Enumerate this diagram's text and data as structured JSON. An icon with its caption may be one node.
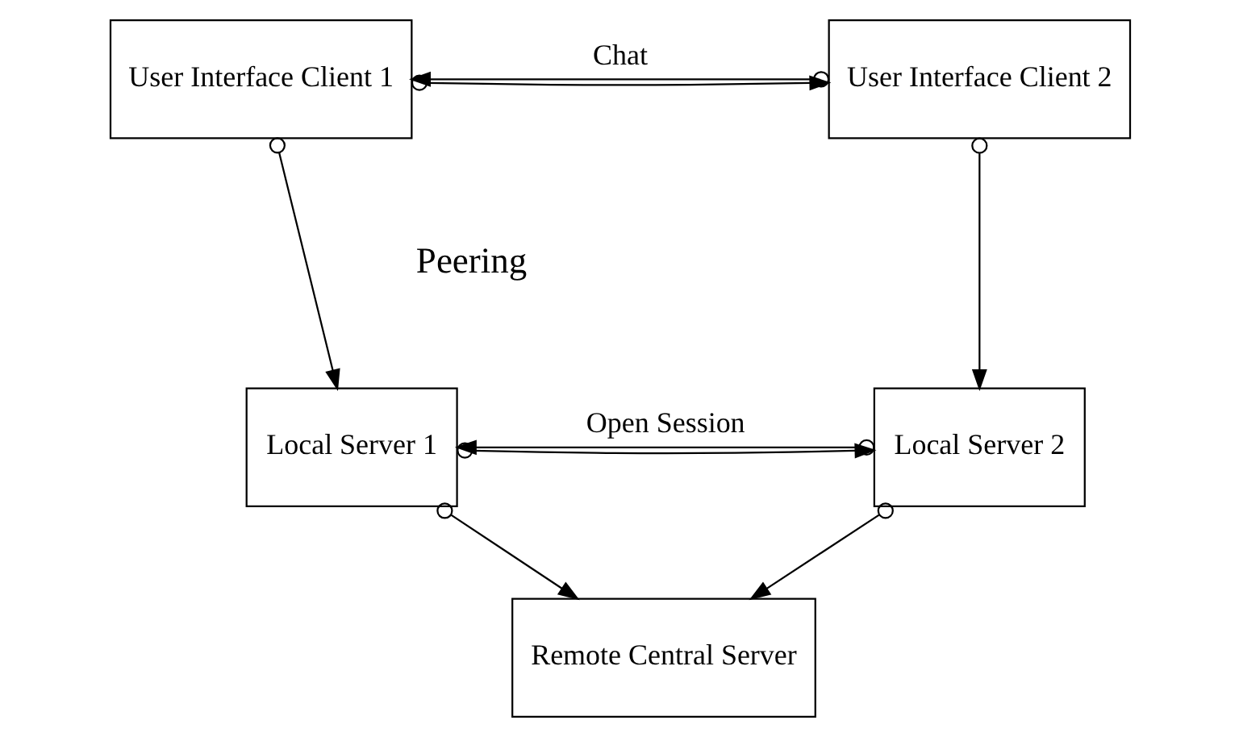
{
  "diagram": {
    "nodes": [
      {
        "text": [
          "User Interface Client 1"
        ]
      },
      {
        "text": [
          "User Interface Client 2"
        ]
      },
      {
        "text": [
          "Local Server 1"
        ]
      },
      {
        "text": [
          "Local Server 2"
        ]
      },
      {
        "text": [
          "Remote Central Server"
        ]
      }
    ],
    "edges": [
      {
        "from": 0,
        "to": 1,
        "arrow": "to"
      },
      {
        "from": 1,
        "to": 0,
        "arrow": "to",
        "label": "Chat"
      },
      {
        "from": 0,
        "to": 2,
        "arrow": "to"
      },
      {
        "from": 1,
        "to": 3,
        "arrow": "to"
      },
      {
        "from": 2,
        "to": 3,
        "arrow": "to"
      },
      {
        "from": 3,
        "to": 2,
        "arrow": "to",
        "label": "Open Session"
      },
      {
        "from": 2,
        "to": 4,
        "arrow": "to"
      },
      {
        "from": 3,
        "to": 4,
        "arrow": "to"
      }
    ],
    "labels": [
      "Peering"
    ]
  }
}
